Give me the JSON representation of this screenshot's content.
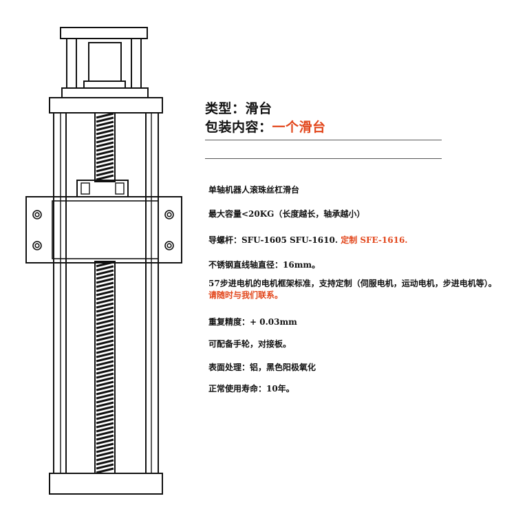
{
  "header": {
    "type_label": "类型：",
    "type_value": "滑台",
    "package_label": "包装内容：",
    "package_value": "一个滑台"
  },
  "specs": {
    "title": "单轴机器人滚珠丝杠滑台",
    "capacity": "最大容量<20KG（长度越长，轴承越小）",
    "screw_label": "导螺杆：SFU-1605 SFU-1610.",
    "screw_custom": "定制 SFE-1616.",
    "shaft": "不锈钢直线轴直径：16mm。",
    "motor_main": "57步进电机的电机框架标准，支持定制（伺服电机，运动电机，步进电机等）。",
    "motor_contact": "请随时与我们联系。",
    "precision": "重复精度：+ 0.03mm",
    "handwheel": "可配备手轮，对接板。",
    "surface": "表面处理：铝，黑色阳极氧化",
    "lifespan": "正常使用寿命：10年。"
  },
  "colors": {
    "accent": "#e2461b",
    "text": "#111111",
    "line": "#111111",
    "rule": "#555555"
  }
}
